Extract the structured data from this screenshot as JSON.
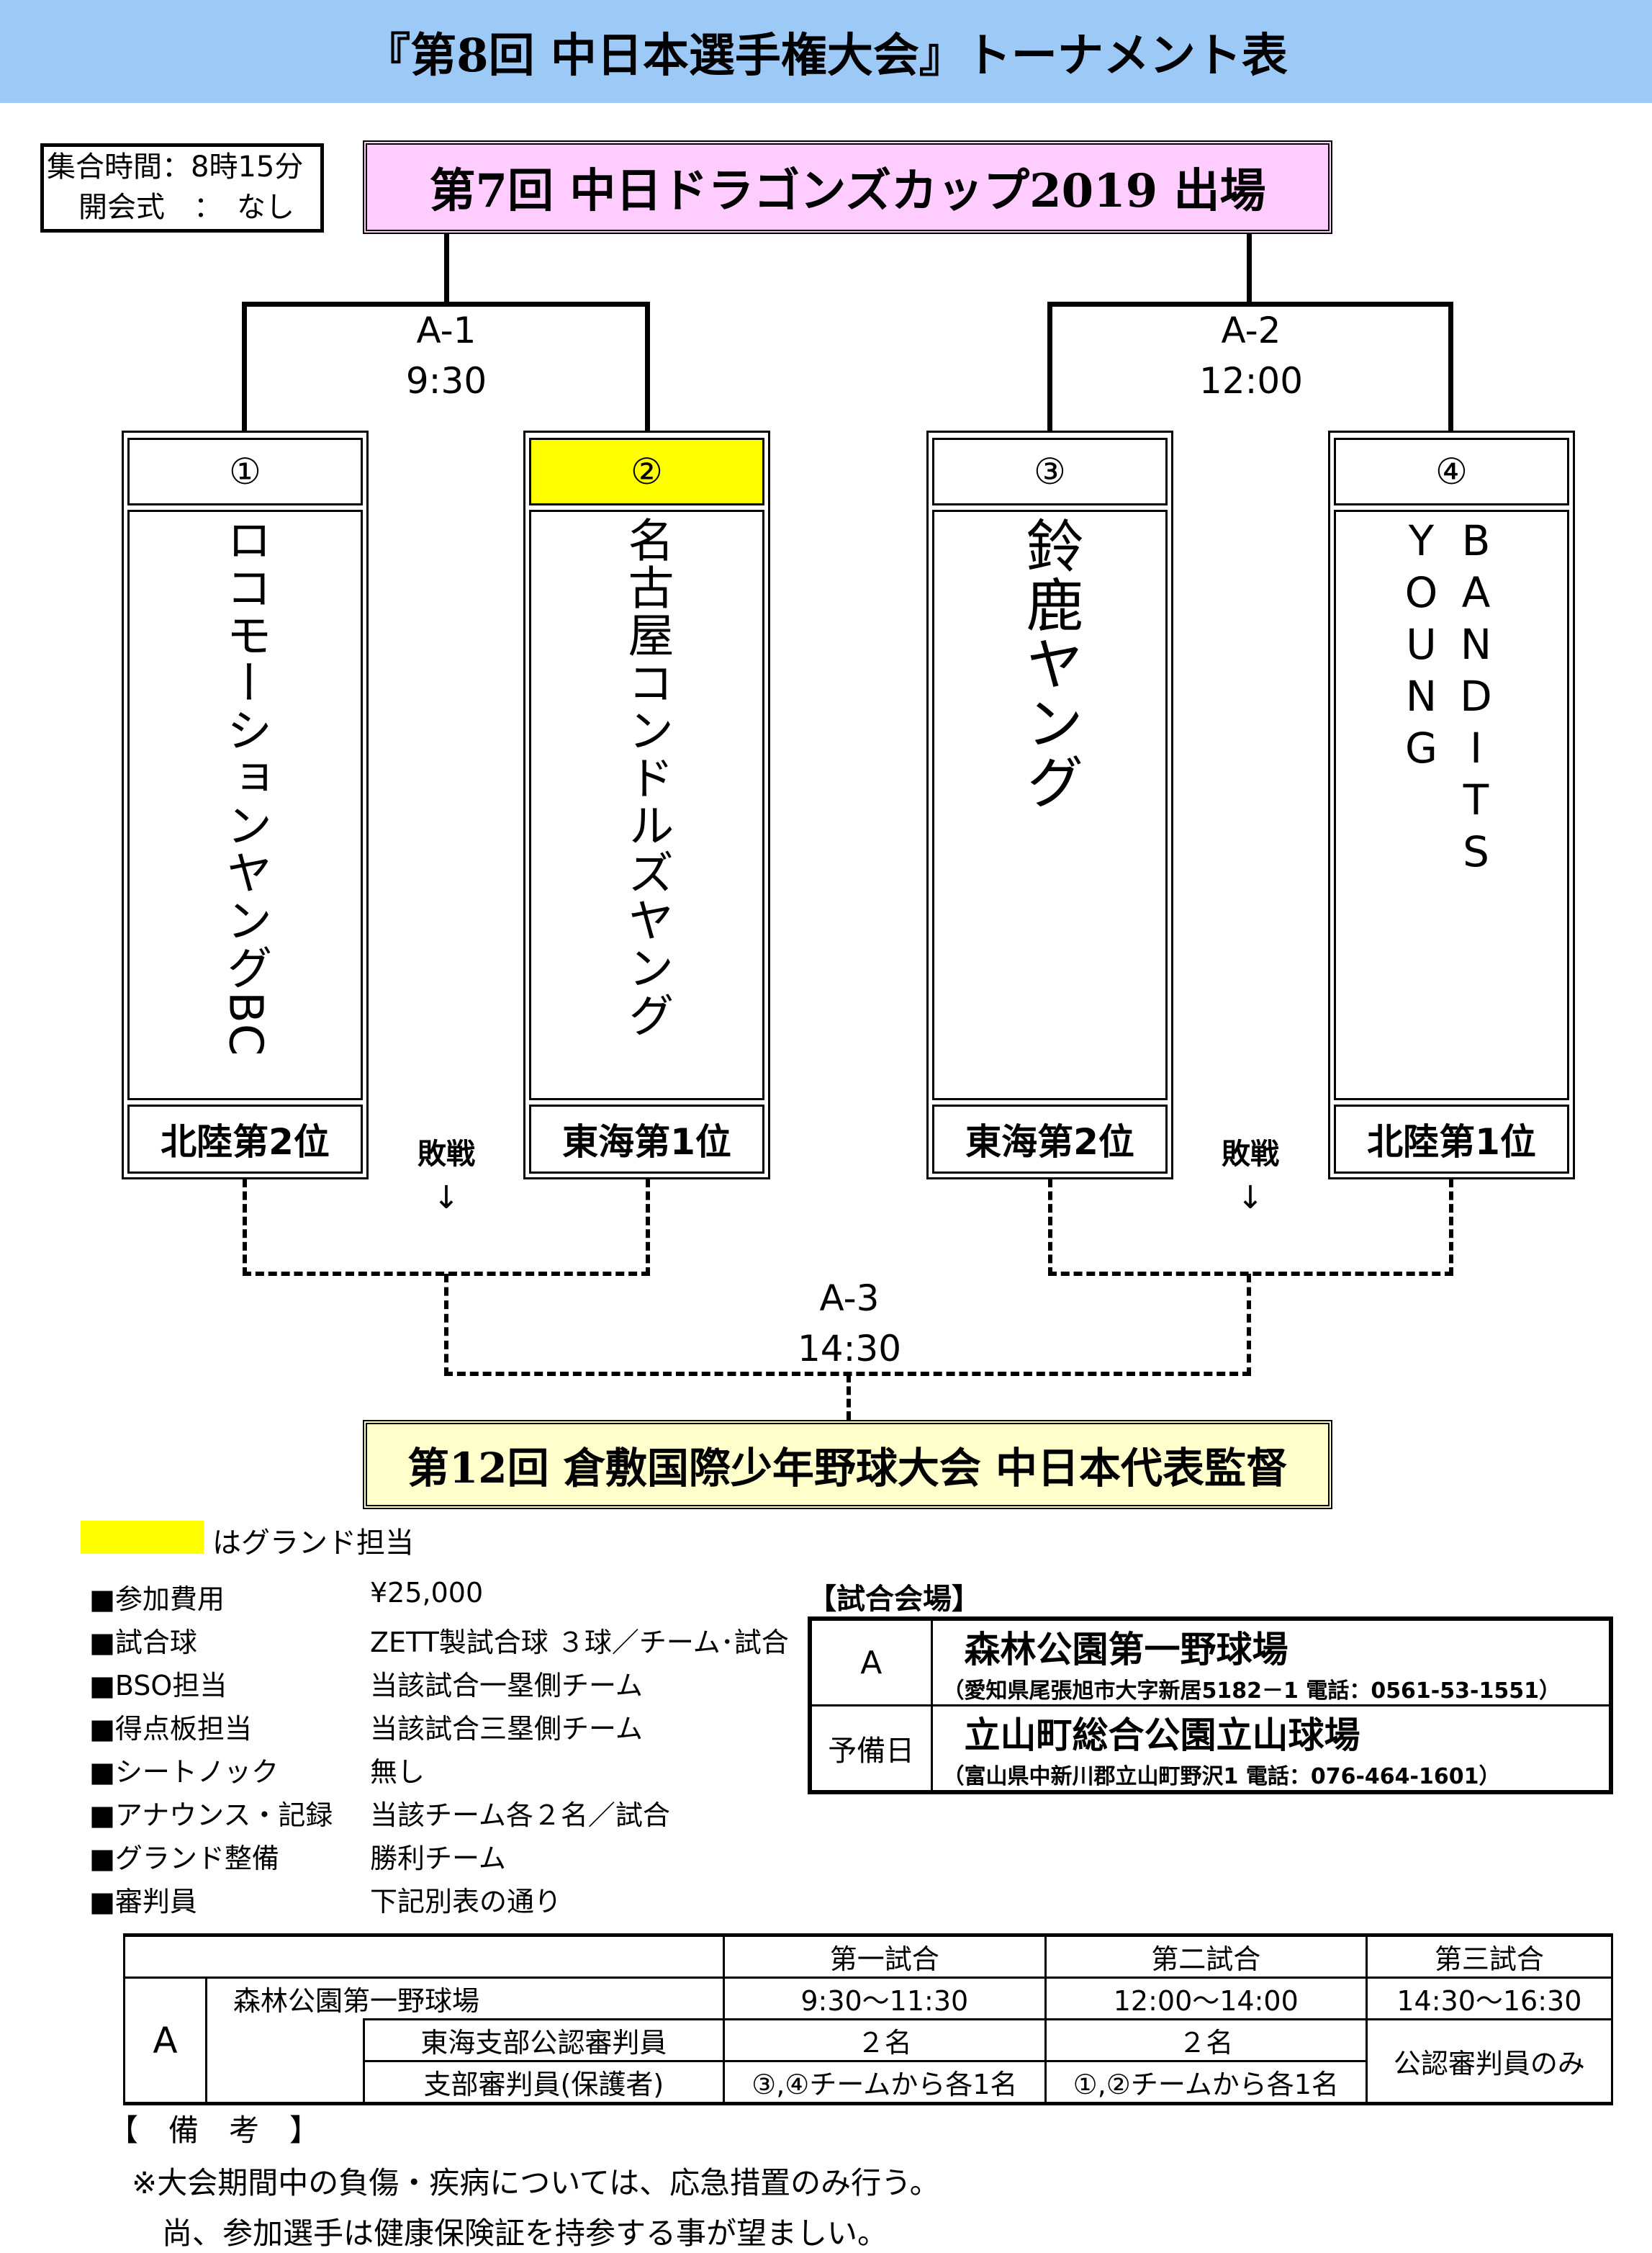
{
  "title": "『第8回 中日本選手権大会』トーナメント表",
  "info": {
    "line1": "集合時間：8時15分",
    "line2": "開会式　：　なし"
  },
  "top_box": "第7回 中日ドラゴンズカップ2019 出場",
  "matches": [
    {
      "id": "A-1",
      "time": "9:30"
    },
    {
      "id": "A-2",
      "time": "12:00"
    },
    {
      "id": "A-3",
      "time": "14:30"
    }
  ],
  "teams": [
    {
      "num": "①",
      "name": "ロコモーションヤングBC",
      "rank": "北陸第2位"
    },
    {
      "num": "②",
      "name": "名古屋コンドルズヤング",
      "rank": "東海第1位"
    },
    {
      "num": "③",
      "name": "鈴鹿ヤング",
      "rank": "東海第2位"
    },
    {
      "num": "④",
      "name": "BANDITS　YOUNG",
      "rank": "北陸第1位"
    }
  ],
  "loser_label": "敗戦",
  "arrow": "↓",
  "bottom_box": "第12回 倉敷国際少年野球大会 中日本代表監督",
  "colors": {
    "header": "#9cc9f5",
    "top_box": "#ffccff",
    "bottom_box": "#ffffcc",
    "ground": "#ffff00"
  },
  "legend": "はグランド担当",
  "items": [
    {
      "k": "■参加費用",
      "v": "¥25,000"
    },
    {
      "k": "■試合球",
      "v": "ZETT製試合球 ３球／チーム･試合"
    },
    {
      "k": "■BSO担当",
      "v": "当該試合一塁側チーム"
    },
    {
      "k": "■得点板担当",
      "v": "当該試合三塁側チーム"
    },
    {
      "k": "■シートノック",
      "v": "無し"
    },
    {
      "k": "■アナウンス・記録",
      "v": "当該チーム各２名／試合"
    },
    {
      "k": "■グランド整備",
      "v": "勝利チーム"
    },
    {
      "k": "■審判員",
      "v": "下記別表の通り"
    }
  ],
  "venue_title": "【試合会場】",
  "venues": [
    {
      "code": "A",
      "name": "森林公園第一野球場",
      "addr": "（愛知県尾張旭市大字新居5182－1 電話：0561-53-1551）"
    },
    {
      "code": "予備日",
      "name": "立山町総合公園立山球場",
      "addr": "（富山県中新川郡立山町野沢1 電話：076-464-1601）"
    }
  ],
  "ref": {
    "headers": [
      "第一試合",
      "第二試合",
      "第三試合"
    ],
    "code": "A",
    "venue": "森林公園第一野球場",
    "times": [
      "9:30～11:30",
      "12:00～14:00",
      "14:30～16:30"
    ],
    "row1_label": "東海支部公認審判員",
    "row1": [
      "２名",
      "２名"
    ],
    "row2_label": "支部審判員(保護者)",
    "row2": [
      "③,④チームから各1名",
      "①,②チームから各1名"
    ],
    "game3": "公認審判員のみ"
  },
  "notes_title": "【　備　考　】",
  "notes": [
    "※大会期間中の負傷・疾病については、応急措置のみ行う。",
    "　尚、参加選手は健康保険証を持参する事が望ましい。"
  ]
}
